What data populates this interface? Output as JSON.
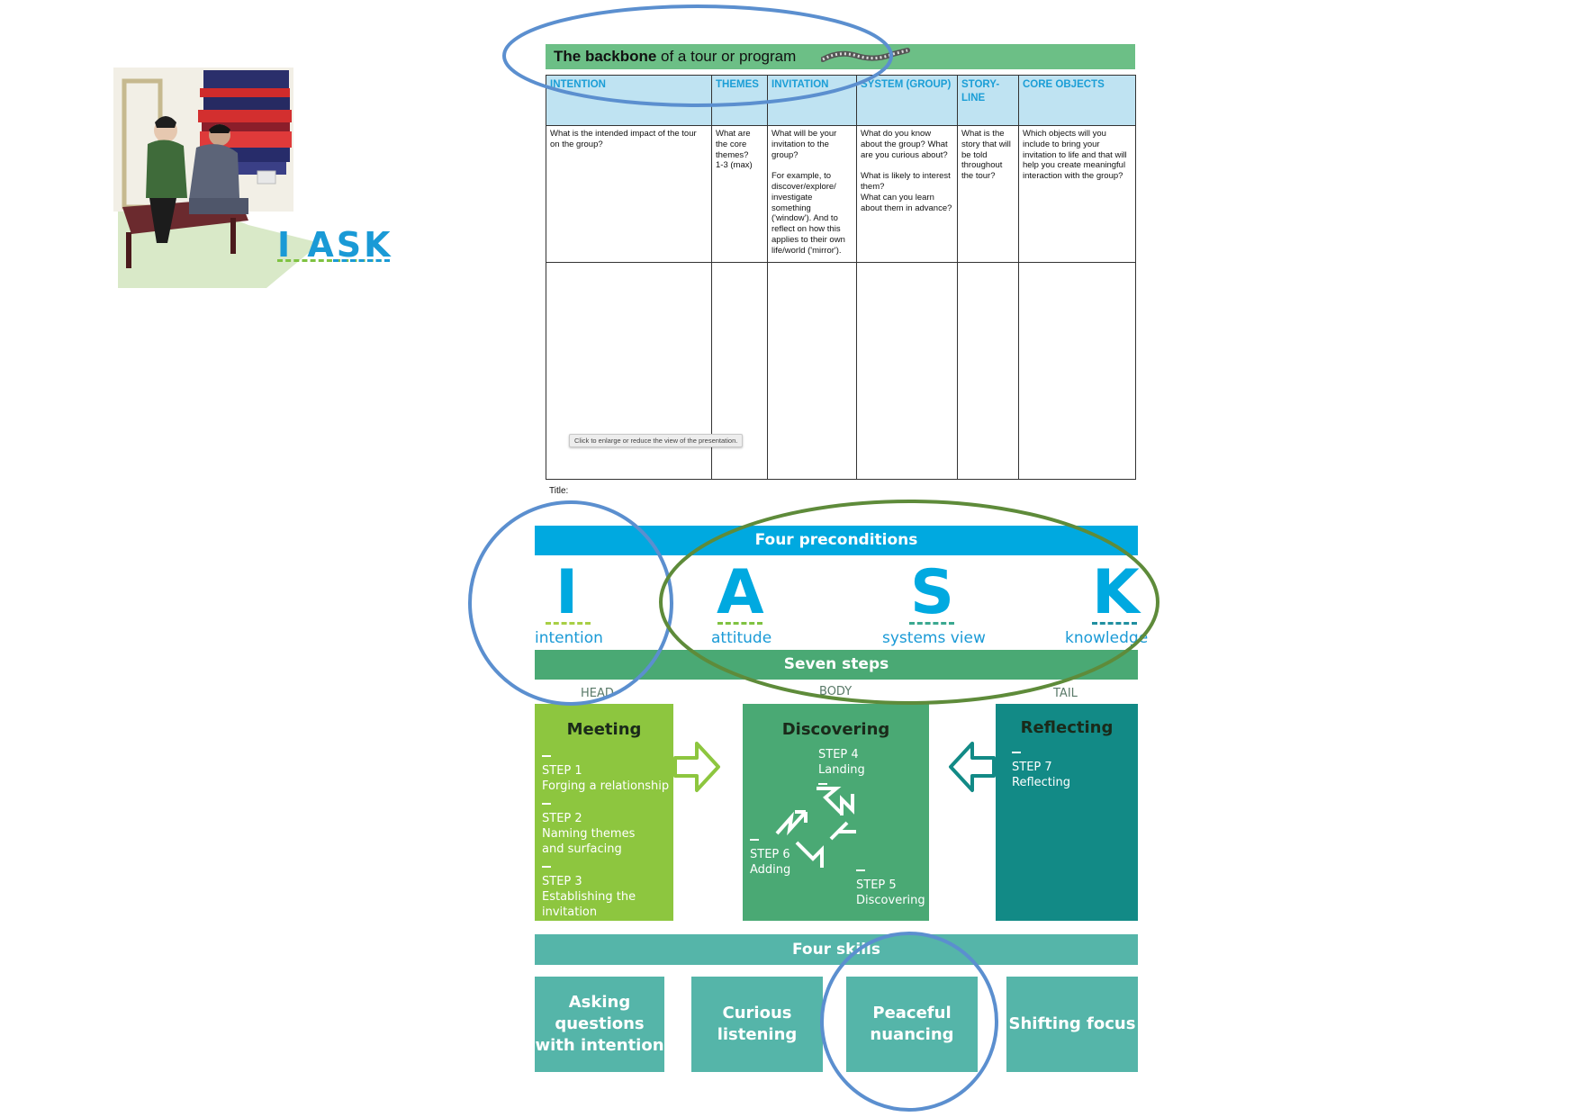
{
  "logo": {
    "text": "I ASK"
  },
  "backbone": {
    "title_bold": "The backbone",
    "title_rest": " of a tour or program",
    "columns": [
      {
        "header": "INTENTION",
        "question": "What is the intended impact of the tour on the group?"
      },
      {
        "header": "THEMES",
        "question": "What are the core themes?\n1-3 (max)"
      },
      {
        "header": "INVITATION",
        "question": "What will be your invitation to the group?\n\nFor example, to discover/explore/ investigate something ('window'). And to reflect on how this applies to their own life/world ('mirror')."
      },
      {
        "header": "SYSTEM (GROUP)",
        "question": "What do you know about the group? What are you curious about?\n\nWhat is likely to interest them?\nWhat can you learn about them in advance?"
      },
      {
        "header": "STORY-LINE",
        "question": "What is the story that will be told throughout the tour?"
      },
      {
        "header": "CORE OBJECTS",
        "question": "Which objects will you include to bring your invitation to life and that will help you create meaningful interaction with the group?"
      }
    ],
    "tooltip": "Click to enlarge or reduce the view of the presentation.",
    "title_field": "Title:"
  },
  "model": {
    "preconditions_title": "Four preconditions",
    "letters": [
      {
        "letter": "I",
        "label": "intention",
        "dash_color": "#a8cf45",
        "color": "#00a9e0",
        "label_color": "#1a9ad6"
      },
      {
        "letter": "A",
        "label": "attitude",
        "dash_color": "#7fc241",
        "color": "#00a9e0",
        "label_color": "#1a9ad6"
      },
      {
        "letter": "S",
        "label": "systems view",
        "dash_color": "#3aa890",
        "color": "#00a9e0",
        "label_color": "#1a9ad6"
      },
      {
        "letter": "K",
        "label": "knowledge",
        "dash_color": "#1f8fa0",
        "color": "#00a9e0",
        "label_color": "#1a9ad6"
      }
    ],
    "steps_title": "Seven steps",
    "sections": {
      "head": "HEAD",
      "body": "BODY",
      "tail": "TAIL"
    },
    "meeting": {
      "title": "Meeting",
      "steps": [
        {
          "num": "STEP 1",
          "text": "Forging a relationship"
        },
        {
          "num": "STEP 2",
          "text": "Naming themes and surfacing"
        },
        {
          "num": "STEP 3",
          "text": "Establishing the invitation"
        }
      ]
    },
    "discovering": {
      "title": "Discovering",
      "step4": {
        "num": "STEP 4",
        "text": "Landing"
      },
      "step5": {
        "num": "STEP 5",
        "text": "Discovering"
      },
      "step6": {
        "num": "STEP 6",
        "text": "Adding"
      }
    },
    "reflecting": {
      "title": "Reflecting",
      "step7": {
        "num": "STEP 7",
        "text": "Reflecting"
      }
    },
    "skills_title": "Four skills",
    "skills": [
      "Asking questions with intention",
      "Curious listening",
      "Peaceful nuancing",
      "Shifting focus"
    ]
  },
  "colors": {
    "cyan": "#00a9e0",
    "green_bar": "#4aa974",
    "meeting": "#8dc63f",
    "discovering": "#4aa974",
    "reflecting": "#128a86",
    "skills": "#55b5a9",
    "highlight_blue": "#5b8fcf",
    "highlight_green": "#5e8b3a"
  }
}
